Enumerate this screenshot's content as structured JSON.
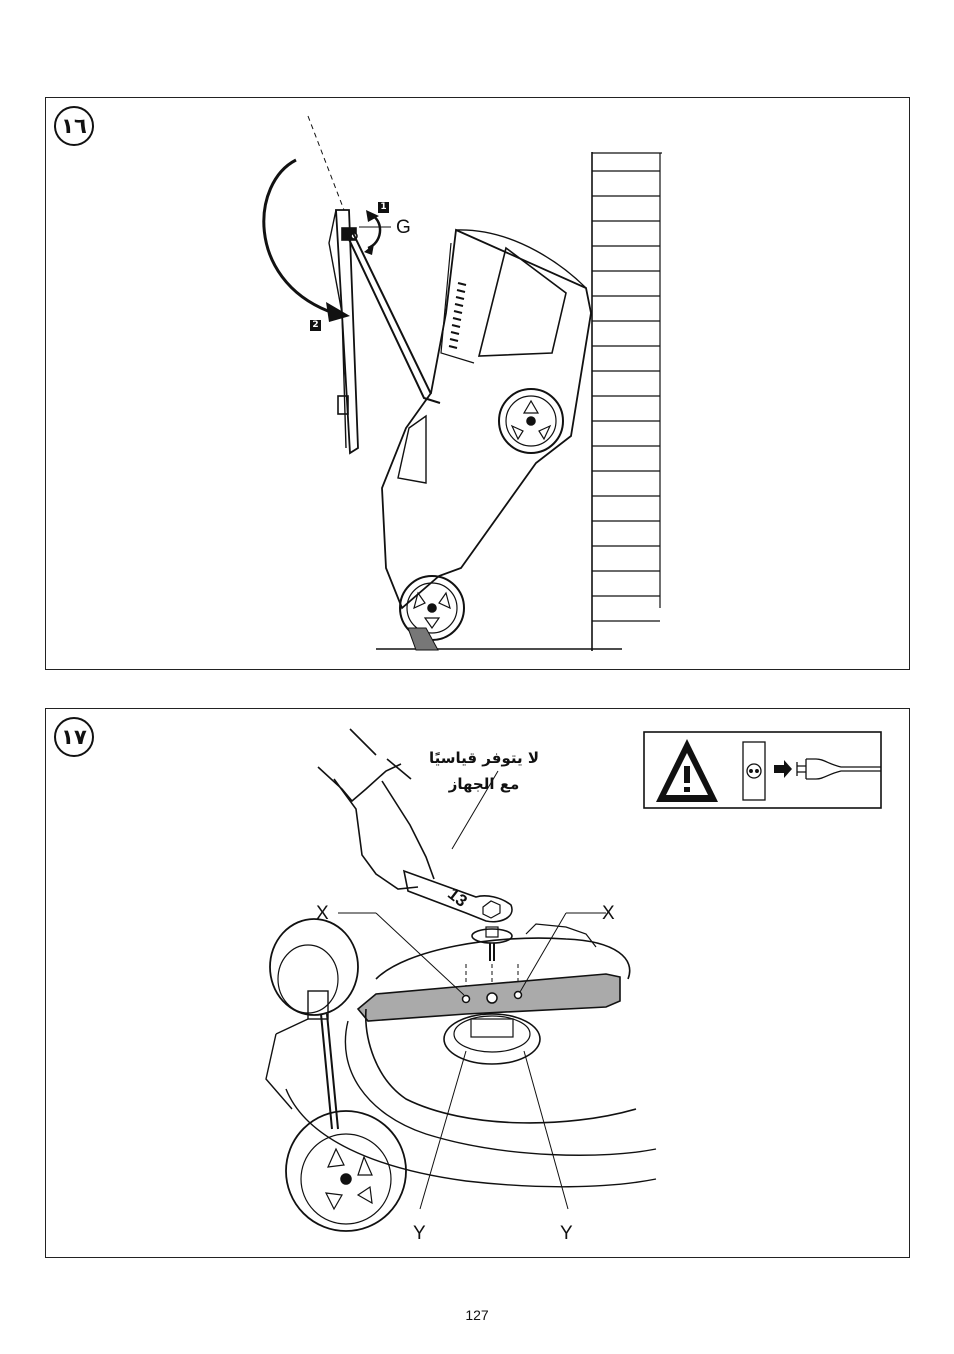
{
  "figure16": {
    "number": "١٦",
    "labels": {
      "g": "G",
      "step1": "1",
      "step2": "2"
    }
  },
  "figure17": {
    "number": "١٧",
    "note_line1": "لا يتوفر قياسيًا",
    "note_line2": "مع الجهاز",
    "wrench_size": "13",
    "labels": {
      "x_left": "X",
      "x_right": "X",
      "y_left": "Y",
      "y_right": "Y"
    },
    "warning_icon": "warning-triangle-icon",
    "unplug_icon": "unplug-socket-icon"
  },
  "page_number": "127"
}
